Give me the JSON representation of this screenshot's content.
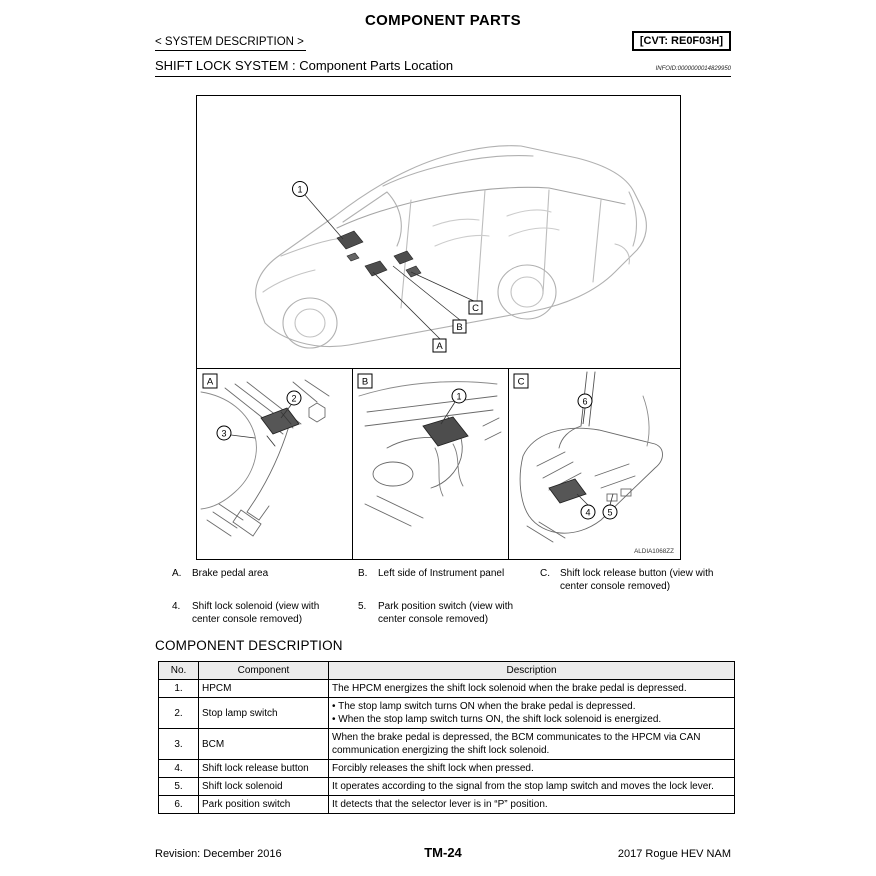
{
  "page": {
    "title": "COMPONENT PARTS",
    "breadcrumb": "< SYSTEM DESCRIPTION >",
    "variant_tag": "[CVT: RE0F03H]",
    "section_title": "SHIFT LOCK SYSTEM : Component Parts Location",
    "infoid": "INFOID:0000000014829950"
  },
  "figure": {
    "code": "ALDIA1068ZZ",
    "callouts": {
      "c1": "1",
      "c2": "2",
      "c3": "3",
      "c4": "4",
      "c5": "5",
      "c6": "6"
    },
    "location_labels": {
      "a": "A",
      "b": "B",
      "c": "C"
    }
  },
  "legend": {
    "items": [
      {
        "key": "A.",
        "text": "Brake pedal area"
      },
      {
        "key": "B.",
        "text": "Left side of Instrument panel"
      },
      {
        "key": "C.",
        "text": "Shift lock release button (view with center console removed)"
      },
      {
        "key": "4.",
        "text": "Shift lock solenoid (view with center console removed)"
      },
      {
        "key": "5.",
        "text": "Park position switch (view with center console removed)"
      }
    ]
  },
  "description": {
    "heading": "COMPONENT DESCRIPTION",
    "table": {
      "headers": {
        "no": "No.",
        "component": "Component",
        "description": "Description"
      },
      "rows": [
        {
          "no": "1.",
          "component": "HPCM",
          "description": "The HPCM energizes the shift lock solenoid when the brake pedal is depressed."
        },
        {
          "no": "2.",
          "component": "Stop lamp switch",
          "description": "•  The stop lamp switch turns ON when the brake pedal is depressed.\n•  When the stop lamp switch turns ON, the shift lock solenoid is energized."
        },
        {
          "no": "3.",
          "component": "BCM",
          "description": "When the brake pedal is depressed, the BCM communicates to the HPCM via CAN communication energizing the shift lock solenoid."
        },
        {
          "no": "4.",
          "component": "Shift lock release button",
          "description": "Forcibly releases the shift lock when pressed."
        },
        {
          "no": "5.",
          "component": "Shift lock solenoid",
          "description": "It operates according to the signal from the stop lamp switch and moves the lock lever."
        },
        {
          "no": "6.",
          "component": "Park position switch",
          "description": "It detects that the selector lever is in “P” position."
        }
      ]
    }
  },
  "footer": {
    "revision": "Revision: December 2016",
    "page_code": "TM-24",
    "model": "2017 Rogue HEV NAM"
  }
}
